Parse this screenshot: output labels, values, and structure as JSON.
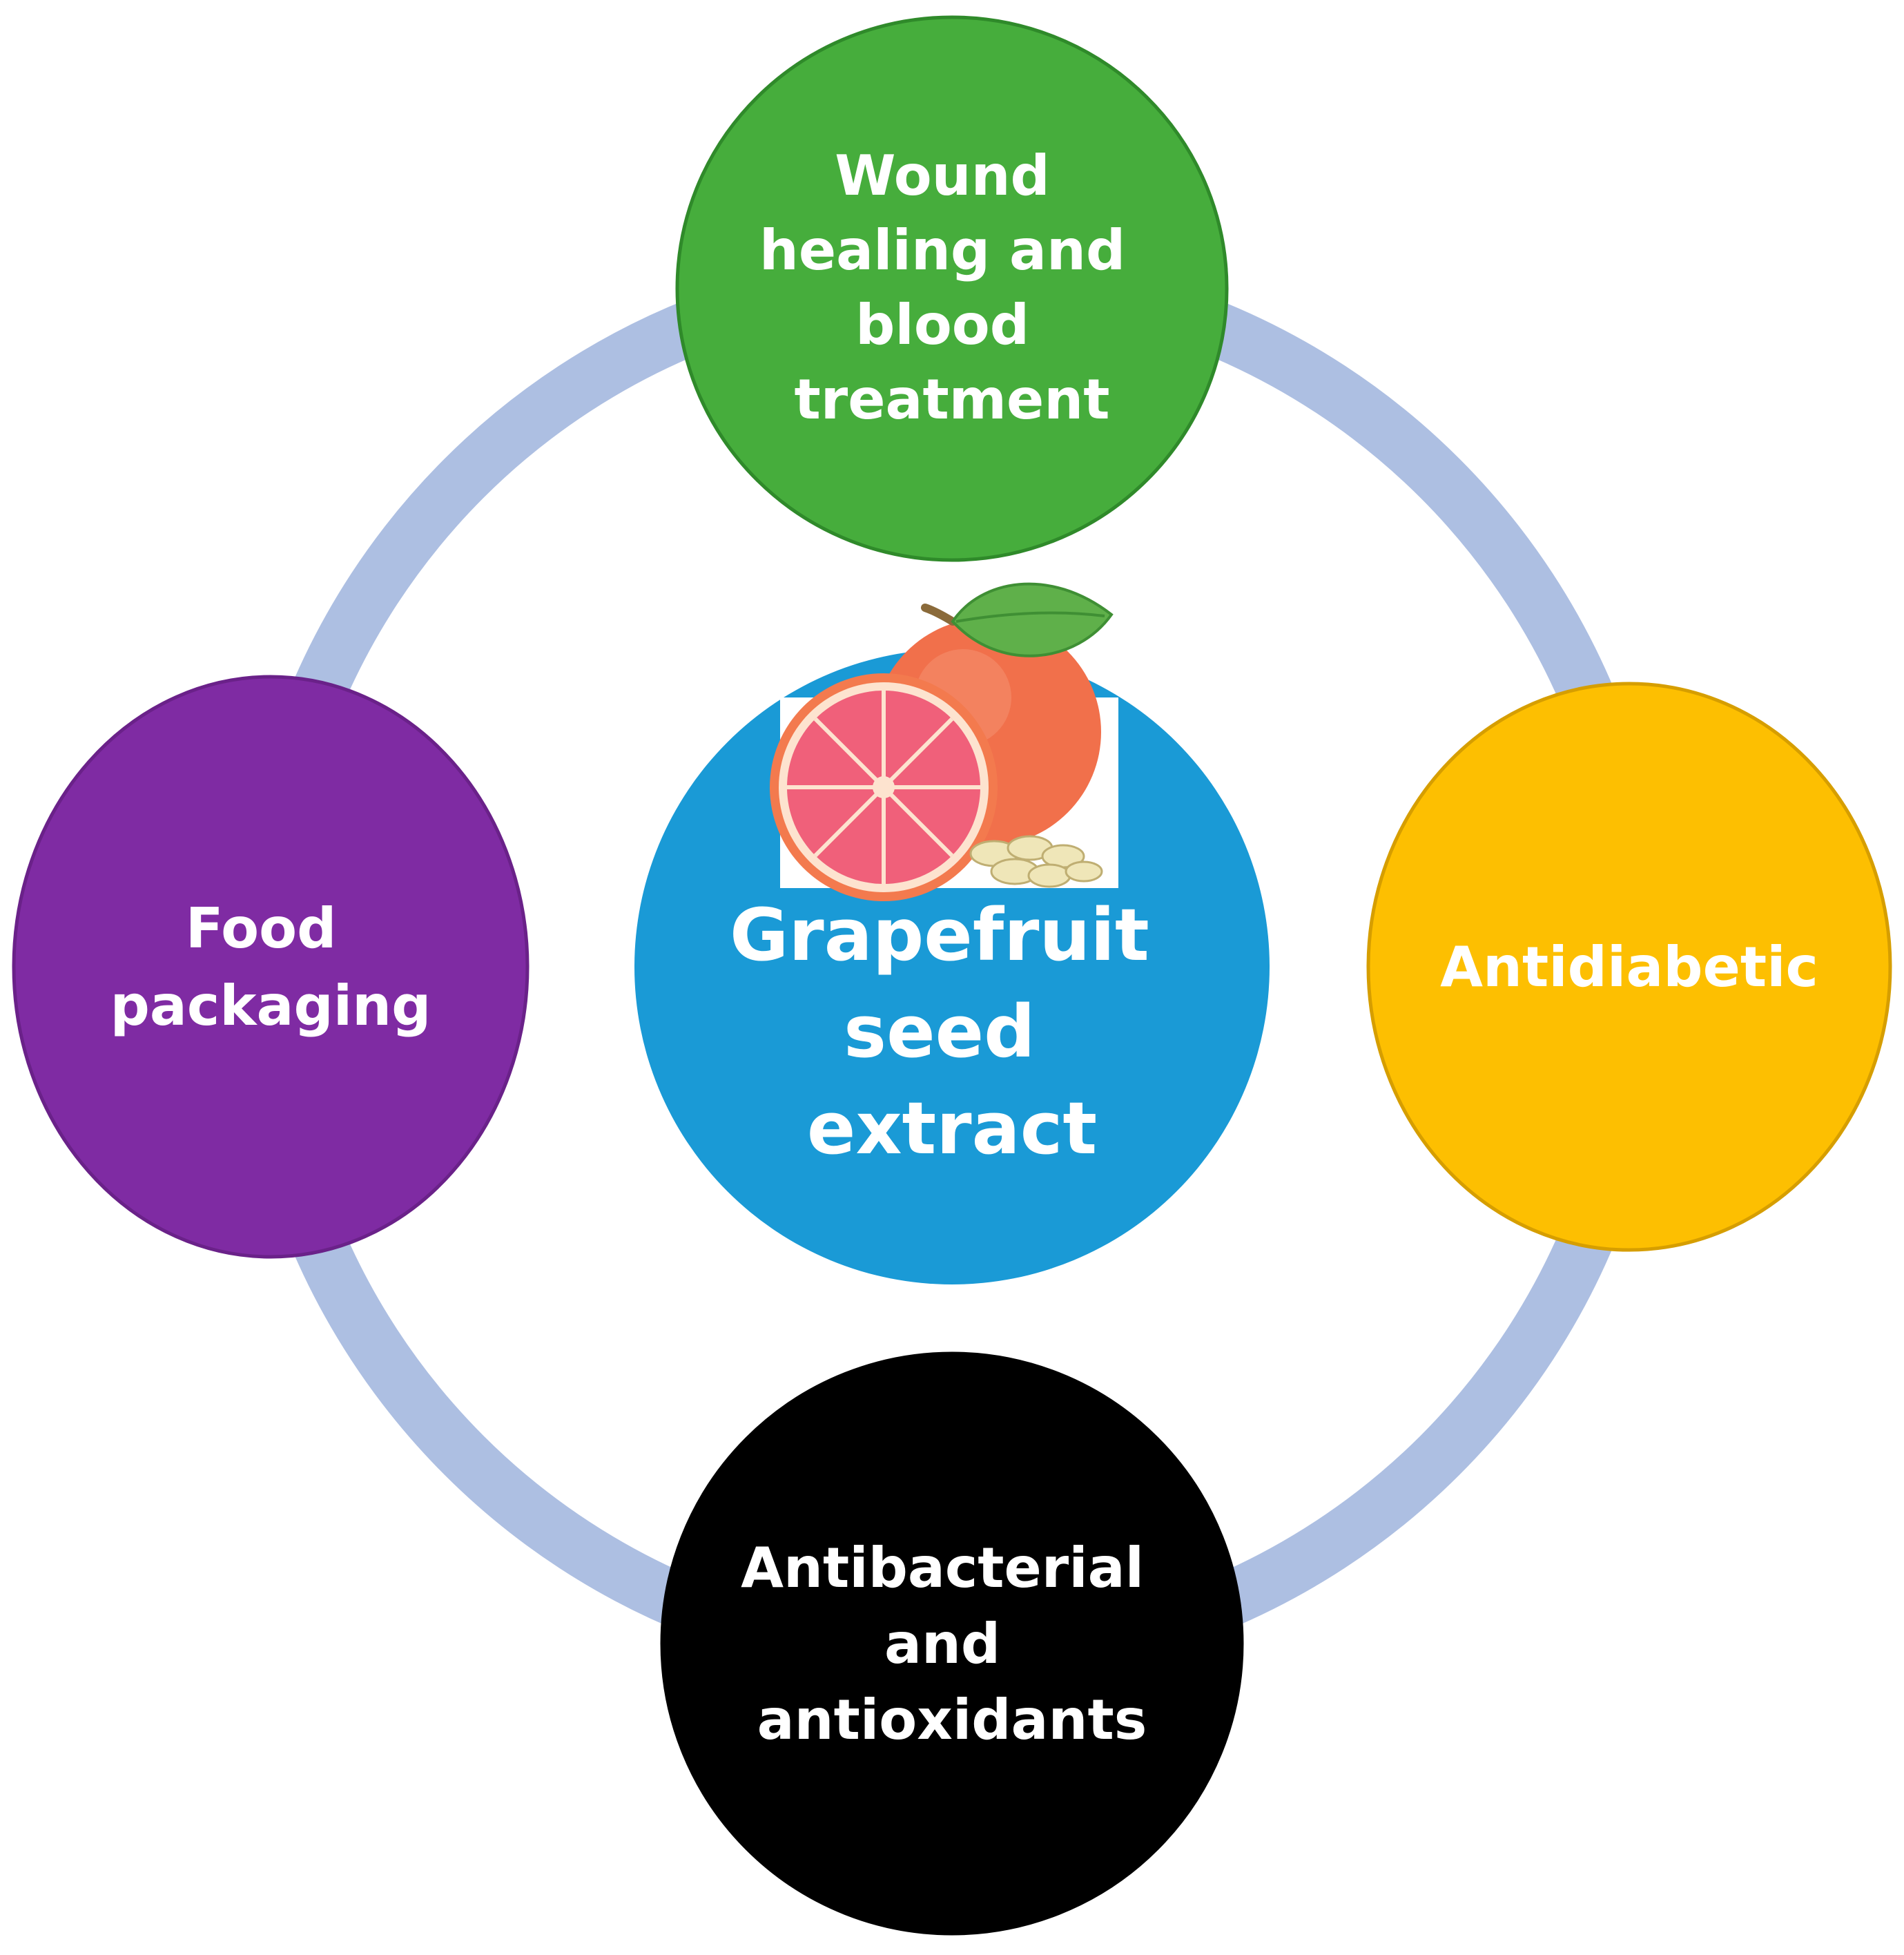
{
  "diagram": {
    "center": {
      "lines": [
        "Grapefruit",
        "seed",
        "extract"
      ],
      "color": "#1a9ad6"
    },
    "nodes": [
      {
        "key": "wound",
        "lines": [
          "Wound",
          "healing and",
          "blood",
          "treatment"
        ],
        "color": "#46ad3c",
        "stroke": "#2f8a2a"
      },
      {
        "key": "antidiabetic",
        "lines": [
          "Antidiabetic"
        ],
        "color": "#fdbf01",
        "stroke": "#d69e00"
      },
      {
        "key": "antibacterial",
        "lines": [
          "Antibacterial",
          "and",
          "antioxidants"
        ],
        "color": "#000000",
        "stroke": "#000000"
      },
      {
        "key": "food",
        "lines": [
          "Food",
          "packaging"
        ],
        "color": "#7f2ba3",
        "stroke": "#6a2189"
      }
    ],
    "ring_color": "#adbfe2",
    "image": {
      "icon": "grapefruit-image",
      "peel_color": "#f1704b",
      "flesh_color": "#f0607a",
      "leaf_color": "#5fb04a",
      "seed_color": "#efe6b8"
    }
  }
}
